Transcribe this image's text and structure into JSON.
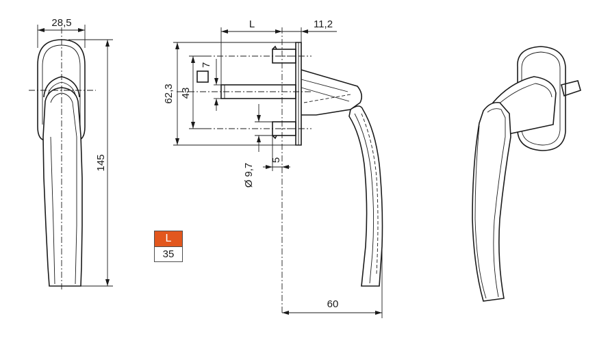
{
  "dimensions": {
    "width_top": "28,5",
    "height_total": "145",
    "spindle_length": "L",
    "base_thickness": "11,2",
    "height_outer": "62,3",
    "height_inner": "43",
    "square_spindle": "7",
    "hole_diameter": "9,7",
    "diameter_symbol": "Ø",
    "offset": "5",
    "projection": "60"
  },
  "legend": {
    "label": "L",
    "value": "35",
    "label_color": "#e2571e"
  }
}
